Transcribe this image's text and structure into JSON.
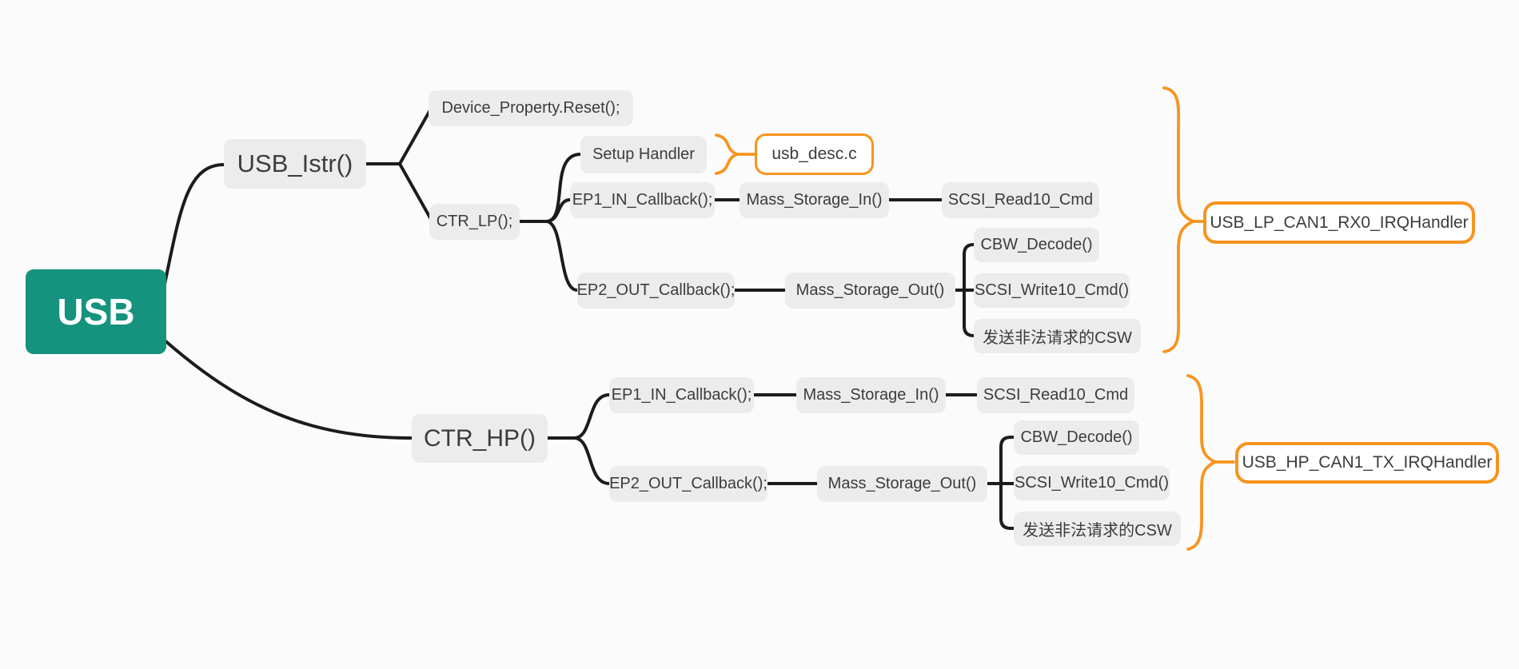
{
  "colors": {
    "canvas_bg": "#fbfbfb",
    "root_bg": "#15937E",
    "node_bg": "#ececec",
    "accent_orange": "#F7941E",
    "line": "#1c1c1c",
    "text": "#3c3c3c",
    "root_text": "#ffffff"
  },
  "nodes": {
    "root": {
      "label": "USB"
    },
    "usb_istr": {
      "label": "USB_Istr()"
    },
    "device_reset": {
      "label": "Device_Property.Reset();"
    },
    "ctr_lp": {
      "label": "CTR_LP();"
    },
    "setup_handler": {
      "label": "Setup Handler"
    },
    "usb_desc": {
      "label": "usb_desc.c"
    },
    "ep1_in_lp": {
      "label": "EP1_IN_Callback();"
    },
    "mass_storage_in_lp": {
      "label": "Mass_Storage_In()"
    },
    "scsi_read10_lp": {
      "label": "SCSI_Read10_Cmd"
    },
    "ep2_out_lp": {
      "label": "EP2_OUT_Callback();"
    },
    "mass_storage_out_lp": {
      "label": "Mass_Storage_Out()"
    },
    "cbw_decode_lp": {
      "label": "CBW_Decode()"
    },
    "scsi_write10_lp": {
      "label": "SCSI_Write10_Cmd()"
    },
    "csw_lp": {
      "label": "发送非法请求的CSW"
    },
    "lp_irq": {
      "label": "USB_LP_CAN1_RX0_IRQHandler"
    },
    "ctr_hp": {
      "label": "CTR_HP()"
    },
    "ep1_in_hp": {
      "label": "EP1_IN_Callback();"
    },
    "mass_storage_in_hp": {
      "label": "Mass_Storage_In()"
    },
    "scsi_read10_hp": {
      "label": "SCSI_Read10_Cmd"
    },
    "ep2_out_hp": {
      "label": "EP2_OUT_Callback();"
    },
    "mass_storage_out_hp": {
      "label": "Mass_Storage_Out()"
    },
    "cbw_decode_hp": {
      "label": "CBW_Decode()"
    },
    "scsi_write10_hp": {
      "label": "SCSI_Write10_Cmd()"
    },
    "csw_hp": {
      "label": "发送非法请求的CSW"
    },
    "hp_irq": {
      "label": "USB_HP_CAN1_TX_IRQHandler"
    }
  }
}
